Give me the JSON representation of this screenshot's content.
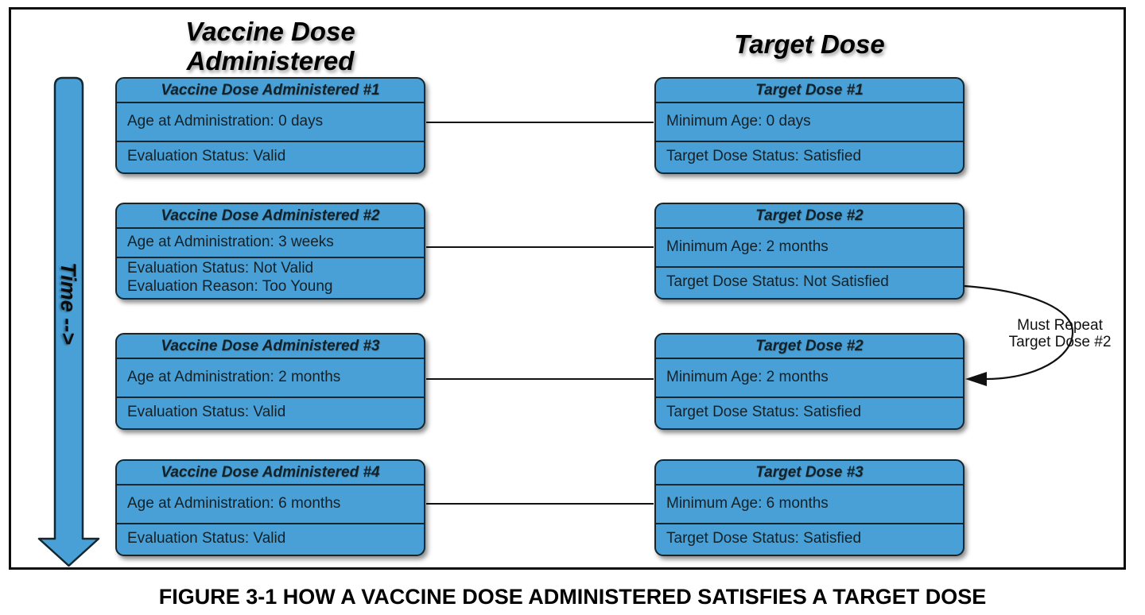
{
  "titles": {
    "left": "Vaccine Dose Administered",
    "right": "Target Dose"
  },
  "time_arrow_label": "Time -->",
  "rows": [
    {
      "vda": {
        "title": "Vaccine Dose Administered #1",
        "line1": "Age at Administration: 0 days",
        "line2": "Evaluation Status: Valid"
      },
      "td": {
        "title": "Target Dose #1",
        "line1": "Minimum Age: 0 days",
        "line2": "Target Dose Status: Satisfied"
      }
    },
    {
      "vda": {
        "title": "Vaccine Dose Administered #2",
        "line1": "Age at Administration: 3 weeks",
        "line2": "Evaluation Status: Not Valid",
        "line3": "Evaluation Reason: Too Young"
      },
      "td": {
        "title": "Target Dose #2",
        "line1": "Minimum Age: 2 months",
        "line2": "Target Dose Status: Not Satisfied"
      }
    },
    {
      "vda": {
        "title": "Vaccine Dose Administered #3",
        "line1": "Age at Administration: 2 months",
        "line2": "Evaluation Status: Valid"
      },
      "td": {
        "title": "Target Dose #2",
        "line1": "Minimum Age: 2 months",
        "line2": "Target Dose Status: Satisfied"
      }
    },
    {
      "vda": {
        "title": "Vaccine Dose Administered #4",
        "line1": "Age at Administration: 6 months",
        "line2": "Evaluation Status: Valid"
      },
      "td": {
        "title": "Target Dose #3",
        "line1": "Minimum Age: 6 months",
        "line2": "Target Dose Status: Satisfied"
      }
    }
  ],
  "annotation": {
    "line1": "Must Repeat",
    "line2": "Target Dose #2"
  },
  "caption": "FIGURE 3-1 HOW A VACCINE DOSE ADMINISTERED SATISFIES A TARGET DOSE",
  "colors": {
    "box_fill": "#48a0d6",
    "box_border": "#14262e",
    "line_color": "#111111",
    "text_dark": "#132129"
  }
}
